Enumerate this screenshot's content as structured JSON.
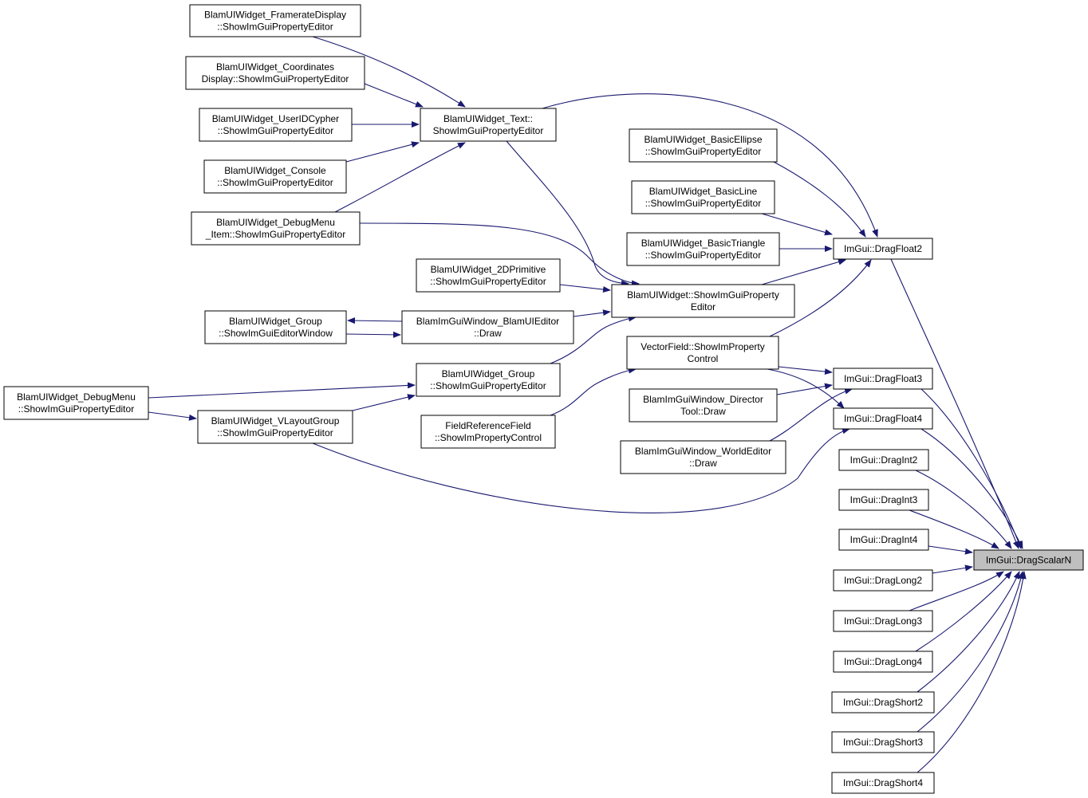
{
  "nodes": [
    {
      "id": "n_dsn",
      "lines": [
        "ImGui::DragScalarN"
      ],
      "highlight": true
    },
    {
      "id": "n_df2",
      "lines": [
        "ImGui::DragFloat2"
      ]
    },
    {
      "id": "n_df3",
      "lines": [
        "ImGui::DragFloat3"
      ]
    },
    {
      "id": "n_df4",
      "lines": [
        "ImGui::DragFloat4"
      ]
    },
    {
      "id": "n_di2",
      "lines": [
        "ImGui::DragInt2"
      ]
    },
    {
      "id": "n_di3",
      "lines": [
        "ImGui::DragInt3"
      ]
    },
    {
      "id": "n_di4",
      "lines": [
        "ImGui::DragInt4"
      ]
    },
    {
      "id": "n_dl2",
      "lines": [
        "ImGui::DragLong2"
      ]
    },
    {
      "id": "n_dl3",
      "lines": [
        "ImGui::DragLong3"
      ]
    },
    {
      "id": "n_dl4",
      "lines": [
        "ImGui::DragLong4"
      ]
    },
    {
      "id": "n_ds2",
      "lines": [
        "ImGui::DragShort2"
      ]
    },
    {
      "id": "n_ds3",
      "lines": [
        "ImGui::DragShort3"
      ]
    },
    {
      "id": "n_ds4",
      "lines": [
        "ImGui::DragShort4"
      ]
    },
    {
      "id": "n_text",
      "lines": [
        "BlamUIWidget_Text::",
        "ShowImGuiPropertyEditor"
      ]
    },
    {
      "id": "n_ellipse",
      "lines": [
        "BlamUIWidget_BasicEllipse",
        "::ShowImGuiPropertyEditor"
      ]
    },
    {
      "id": "n_line",
      "lines": [
        "BlamUIWidget_BasicLine",
        "::ShowImGuiPropertyEditor"
      ]
    },
    {
      "id": "n_tri",
      "lines": [
        "BlamUIWidget_BasicTriangle",
        "::ShowImGuiPropertyEditor"
      ]
    },
    {
      "id": "n_widget",
      "lines": [
        "BlamUIWidget::ShowImGuiProperty",
        "Editor"
      ]
    },
    {
      "id": "n_vf",
      "lines": [
        "VectorField::ShowImProperty",
        "Control"
      ]
    },
    {
      "id": "n_director",
      "lines": [
        "BlamImGuiWindow_Director",
        "Tool::Draw"
      ]
    },
    {
      "id": "n_world",
      "lines": [
        "BlamImGuiWindow_WorldEditor",
        "::Draw"
      ]
    },
    {
      "id": "n_fps",
      "lines": [
        "BlamUIWidget_FramerateDisplay",
        "::ShowImGuiPropertyEditor"
      ]
    },
    {
      "id": "n_coords",
      "lines": [
        "BlamUIWidget_Coordinates",
        "Display::ShowImGuiPropertyEditor"
      ]
    },
    {
      "id": "n_userid",
      "lines": [
        "BlamUIWidget_UserIDCypher",
        "::ShowImGuiPropertyEditor"
      ]
    },
    {
      "id": "n_console",
      "lines": [
        "BlamUIWidget_Console",
        "::ShowImGuiPropertyEditor"
      ]
    },
    {
      "id": "n_dmitem",
      "lines": [
        "BlamUIWidget_DebugMenu",
        "_Item::ShowImGuiPropertyEditor"
      ]
    },
    {
      "id": "n_2dprim",
      "lines": [
        "BlamUIWidget_2DPrimitive",
        "::ShowImGuiPropertyEditor"
      ]
    },
    {
      "id": "n_uieditor",
      "lines": [
        "BlamImGuiWindow_BlamUIEditor",
        "::Draw"
      ]
    },
    {
      "id": "n_groupwin",
      "lines": [
        "BlamUIWidget_Group",
        "::ShowImGuiEditorWindow"
      ]
    },
    {
      "id": "n_grouppe",
      "lines": [
        "BlamUIWidget_Group",
        "::ShowImGuiPropertyEditor"
      ]
    },
    {
      "id": "n_frf",
      "lines": [
        "FieldReferenceField",
        "::ShowImPropertyControl"
      ]
    },
    {
      "id": "n_vlayout",
      "lines": [
        "BlamUIWidget_VLayoutGroup",
        "::ShowImGuiPropertyEditor"
      ]
    },
    {
      "id": "n_debugmenu",
      "lines": [
        "BlamUIWidget_DebugMenu",
        "::ShowImGuiPropertyEditor"
      ]
    }
  ],
  "edges": [
    [
      "n_df2",
      "n_dsn"
    ],
    [
      "n_df3",
      "n_dsn"
    ],
    [
      "n_df4",
      "n_dsn"
    ],
    [
      "n_di2",
      "n_dsn"
    ],
    [
      "n_di3",
      "n_dsn"
    ],
    [
      "n_di4",
      "n_dsn"
    ],
    [
      "n_dl2",
      "n_dsn"
    ],
    [
      "n_dl3",
      "n_dsn"
    ],
    [
      "n_dl4",
      "n_dsn"
    ],
    [
      "n_ds2",
      "n_dsn"
    ],
    [
      "n_ds3",
      "n_dsn"
    ],
    [
      "n_ds4",
      "n_dsn"
    ],
    [
      "n_text",
      "n_df2"
    ],
    [
      "n_ellipse",
      "n_df2"
    ],
    [
      "n_line",
      "n_df2"
    ],
    [
      "n_tri",
      "n_df2"
    ],
    [
      "n_widget",
      "n_df2"
    ],
    [
      "n_vf",
      "n_df2"
    ],
    [
      "n_vf",
      "n_df3"
    ],
    [
      "n_vf",
      "n_df4"
    ],
    [
      "n_director",
      "n_df3"
    ],
    [
      "n_world",
      "n_df3"
    ],
    [
      "n_vlayout",
      "n_df4"
    ],
    [
      "n_fps",
      "n_text"
    ],
    [
      "n_coords",
      "n_text"
    ],
    [
      "n_userid",
      "n_text"
    ],
    [
      "n_console",
      "n_text"
    ],
    [
      "n_dmitem",
      "n_text"
    ],
    [
      "n_text",
      "n_widget"
    ],
    [
      "n_dmitem",
      "n_widget"
    ],
    [
      "n_2dprim",
      "n_widget"
    ],
    [
      "n_uieditor",
      "n_widget"
    ],
    [
      "n_grouppe",
      "n_widget"
    ],
    [
      "n_uieditor",
      "n_groupwin"
    ],
    [
      "n_groupwin",
      "n_uieditor"
    ],
    [
      "n_frf",
      "n_vf"
    ],
    [
      "n_debugmenu",
      "n_grouppe"
    ],
    [
      "n_vlayout",
      "n_grouppe"
    ],
    [
      "n_debugmenu",
      "n_vlayout"
    ]
  ]
}
